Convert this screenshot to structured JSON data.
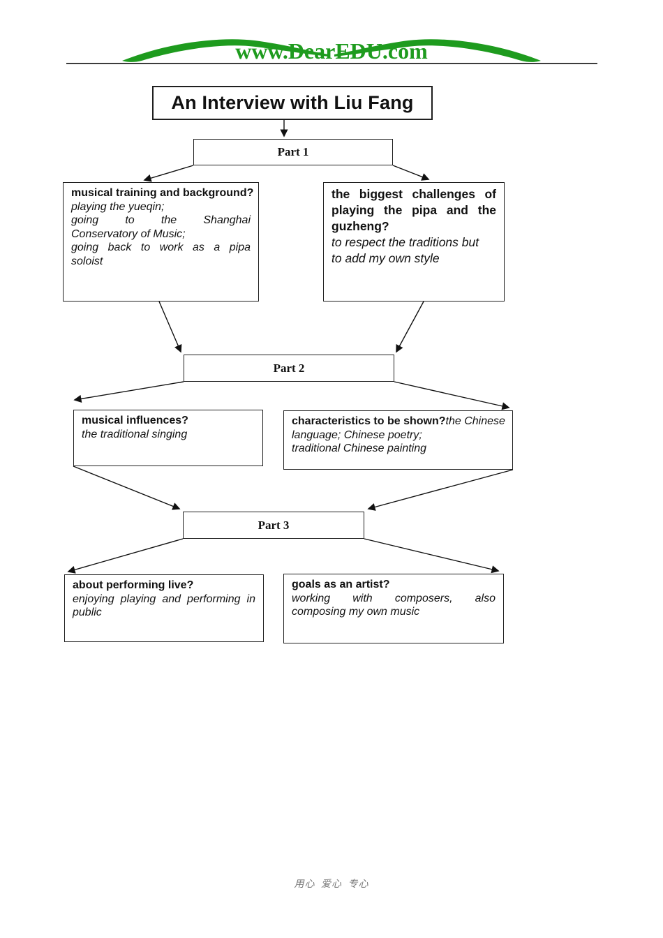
{
  "header": {
    "logo_text": "www.DearEDU.com"
  },
  "title": "An Interview with Liu Fang",
  "parts": {
    "p1": "Part 1",
    "p2": "Part 2",
    "p3": "Part 3"
  },
  "boxes": {
    "b1l": {
      "heading": "musical training and background?",
      "lines": [
        "playing the yueqin;",
        "going to the Shanghai",
        "Conservatory of Music;",
        "going back to work as a pipa",
        "soloist"
      ]
    },
    "b1r": {
      "heading_lines": [
        "the biggest challenges of",
        "playing the pipa and the",
        "guzheng?"
      ],
      "lines": [
        "to respect the traditions but",
        "to add my own style"
      ]
    },
    "b2l": {
      "heading": "musical influences?",
      "lines": [
        "the traditional singing"
      ]
    },
    "b2r": {
      "heading": "characteristics to be shown?",
      "heading_tail": "the Chinese",
      "lines": [
        "language; Chinese poetry;",
        "traditional Chinese painting"
      ]
    },
    "b3l": {
      "heading": "about performing live?",
      "lines": [
        "enjoying playing and performing in",
        "public"
      ]
    },
    "b3r": {
      "heading": "goals as an artist?",
      "lines": [
        "working with composers, also",
        "composing my own music"
      ]
    }
  },
  "footer": {
    "text": "用心 爱心 专心"
  },
  "colors": {
    "logo_green": "#1E9B1E",
    "line_black": "#1f1f1f",
    "footer_gray": "#767676"
  }
}
